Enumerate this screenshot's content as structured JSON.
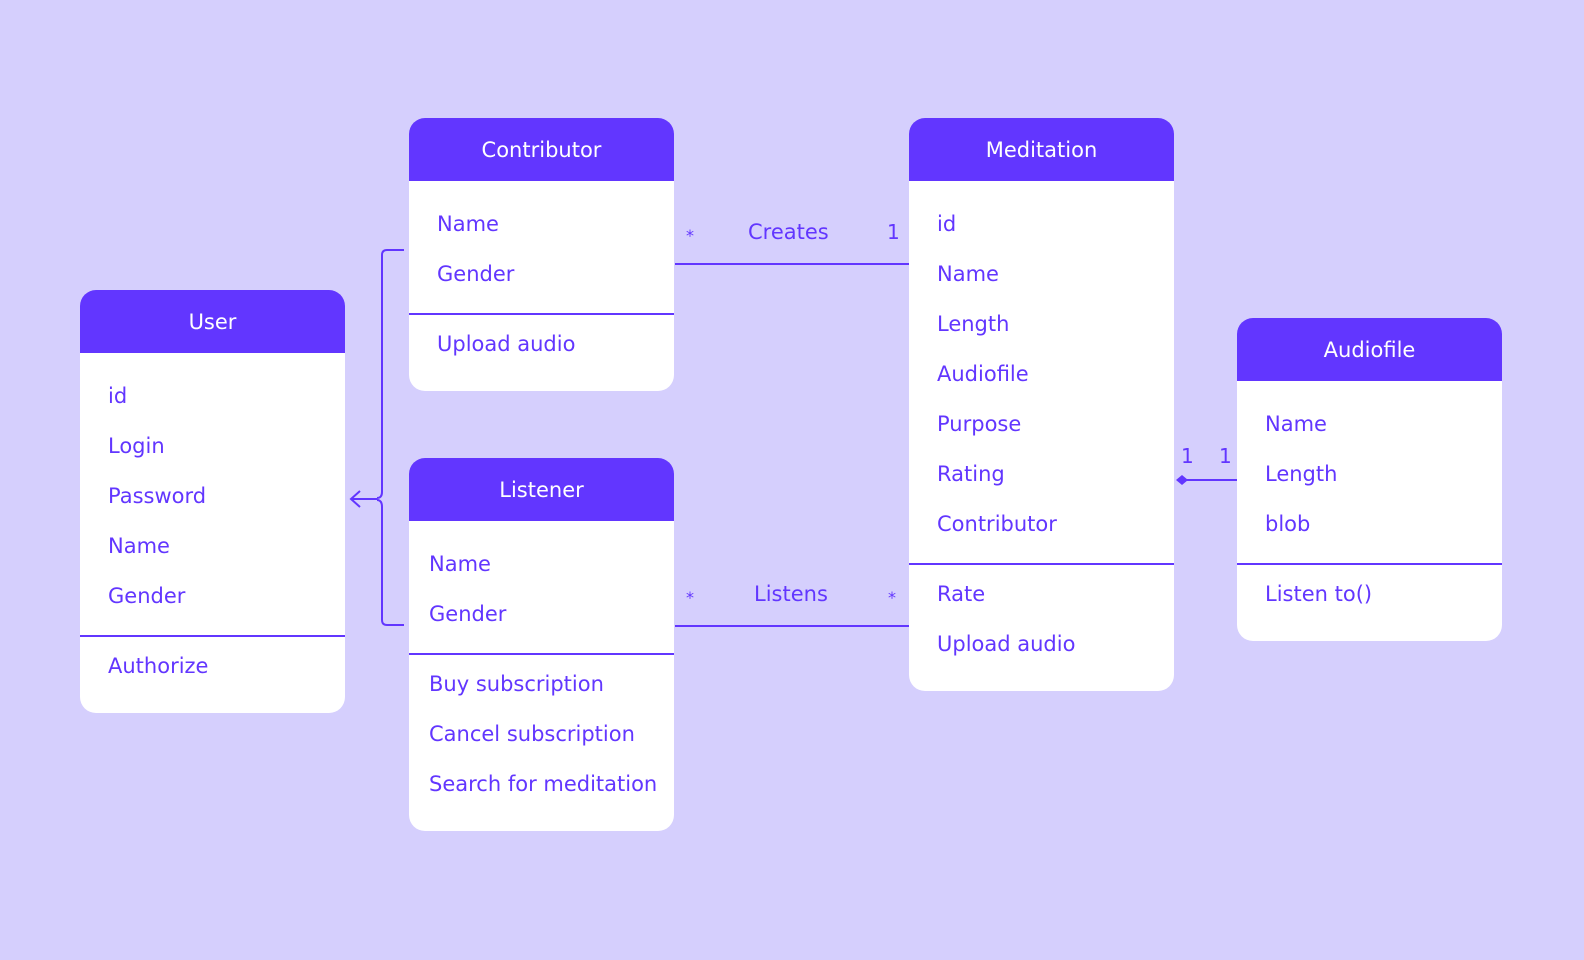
{
  "classes": {
    "user": {
      "name": "User",
      "attributes": [
        "id",
        "Login",
        "Password",
        "Name",
        "Gender"
      ],
      "methods": [
        "Authorize"
      ]
    },
    "contributor": {
      "name": "Contributor",
      "attributes": [
        "Name",
        "Gender"
      ],
      "methods": [
        "Upload audio"
      ]
    },
    "listener": {
      "name": "Listener",
      "attributes": [
        "Name",
        "Gender"
      ],
      "methods": [
        "Buy subscription",
        "Cancel subscription",
        "Search for meditation"
      ]
    },
    "meditation": {
      "name": "Meditation",
      "attributes": [
        "id",
        "Name",
        "Length",
        "Audiofile",
        "Purpose",
        "Rating",
        "Contributor"
      ],
      "methods": [
        "Rate",
        "Upload audio"
      ]
    },
    "audiofile": {
      "name": "Audiofile",
      "attributes": [
        "Name",
        "Length",
        "blob"
      ],
      "methods": [
        "Listen to()"
      ]
    }
  },
  "associations": {
    "creates": {
      "label": "Creates",
      "source_multiplicity": "*",
      "target_multiplicity": "1"
    },
    "listens": {
      "label": "Listens",
      "source_multiplicity": "*",
      "target_multiplicity": "*"
    },
    "composition": {
      "source_multiplicity": "1",
      "target_multiplicity": "1"
    }
  },
  "colors": {
    "background": "#d5cffd",
    "accent": "#6236ff",
    "card": "#ffffff"
  }
}
